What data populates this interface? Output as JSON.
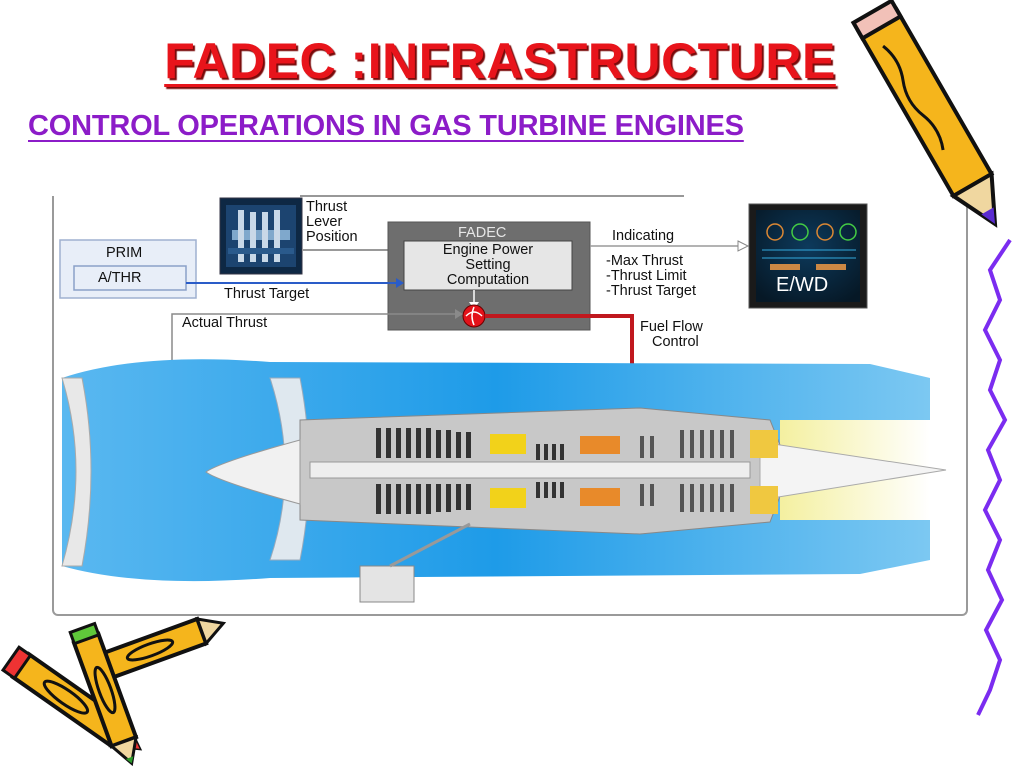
{
  "slide": {
    "title": "FADEC :INFRASTRUCTURE",
    "subtitle": "CONTROL OPERATIONS IN GAS TURBINE ENGINES"
  },
  "diagram": {
    "thrust_lever": {
      "line1": "Thrust",
      "line2": "Lever",
      "line3": "Position"
    },
    "prim": {
      "label": "PRIM",
      "athr_label": "A/THR"
    },
    "fadec": {
      "label": "FADEC",
      "line1": "Engine Power",
      "line2": "Setting",
      "line3": "Computation"
    },
    "thrust_target_label": "Thrust Target",
    "actual_thrust_label": "Actual Thrust",
    "indicating": {
      "label": "Indicating",
      "items": [
        "-Max Thrust",
        "-Thrust Limit",
        "-Thrust Target"
      ]
    },
    "display_label": "E/WD",
    "fuel_flow": {
      "line1": "Fuel Flow",
      "line2": "Control"
    }
  },
  "colors": {
    "title": "#e8141b",
    "subtitle": "#8c1cc8",
    "fadec_box": "#6e6e6e",
    "fuel_line": "#c0181e",
    "engine_blue": "#1e9be8",
    "squiggle": "#7b2cf0"
  }
}
